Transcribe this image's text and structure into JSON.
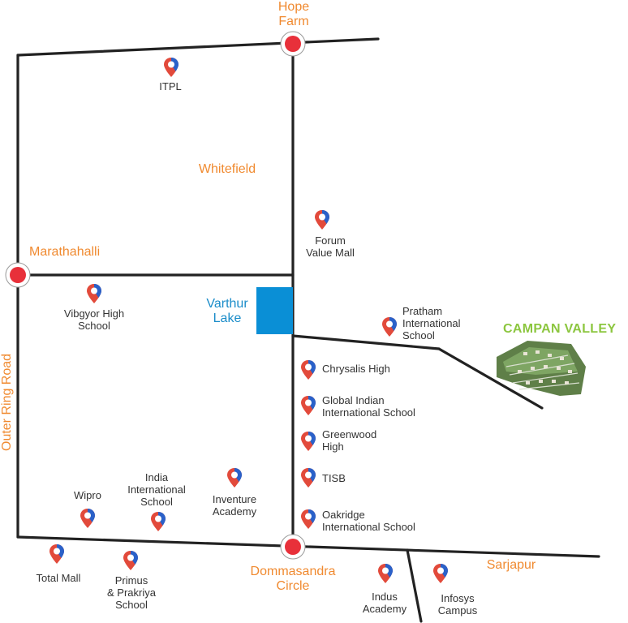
{
  "areas": {
    "hope_farm": "Hope\nFarm",
    "whitefield": "Whitefield",
    "marathahalli": "Marathahalli",
    "outer_ring_road": "Outer Ring Road",
    "dommasandra_circle": "Dommasandra\nCircle",
    "sarjapur": "Sarjapur"
  },
  "lake": {
    "name": "Varthur\nLake",
    "color": "#0a8fd6"
  },
  "project": {
    "name": "CAMPAN VALLEY",
    "color": "#8cc63f"
  },
  "landmarks": {
    "itpl": "ITPL",
    "forum": "Forum\nValue Mall",
    "vibgyor": "Vibgyor High\nSchool",
    "pratham": "Pratham\nInternational\nSchool",
    "chrysalis": "Chrysalis High",
    "global_indian": "Global Indian\nInternational School",
    "greenwood": "Greenwood\nHigh",
    "tisb": "TISB",
    "oakridge": "Oakridge\nInternational School",
    "india_intl": "India\nInternational\nSchool",
    "inventure": "Inventure\nAcademy",
    "wipro": "Wipro",
    "total_mall": "Total Mall",
    "primus": "Primus\n& Prakriya\nSchool",
    "indus": "Indus\nAcademy",
    "infosys": "Infosys\nCampus"
  },
  "colors": {
    "road": "#222222",
    "junction": "#e8303a",
    "area_text": "#f08a30"
  }
}
